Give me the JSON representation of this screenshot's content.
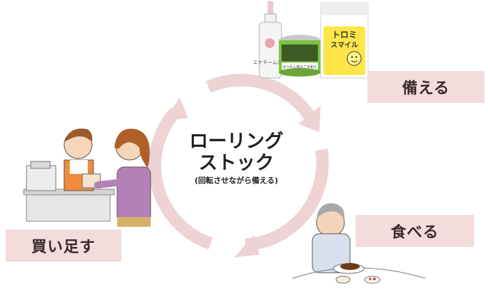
{
  "cycle": {
    "title_line1": "ローリング",
    "title_line2": "ストック",
    "subtitle": "(回転させながら備える)"
  },
  "steps": {
    "prepare": "備える",
    "eat": "食べる",
    "buy": "買い足す"
  },
  "products": {
    "bottle_label": "エナチーム180",
    "can_label": "ほうれん草のごま和え",
    "pack_title_line1": "トロミ",
    "pack_title_line2": "スマイル"
  },
  "colors": {
    "arrow": "#edd3d3",
    "label_bg": "#f2dcdc",
    "text": "#3a2a2a"
  }
}
